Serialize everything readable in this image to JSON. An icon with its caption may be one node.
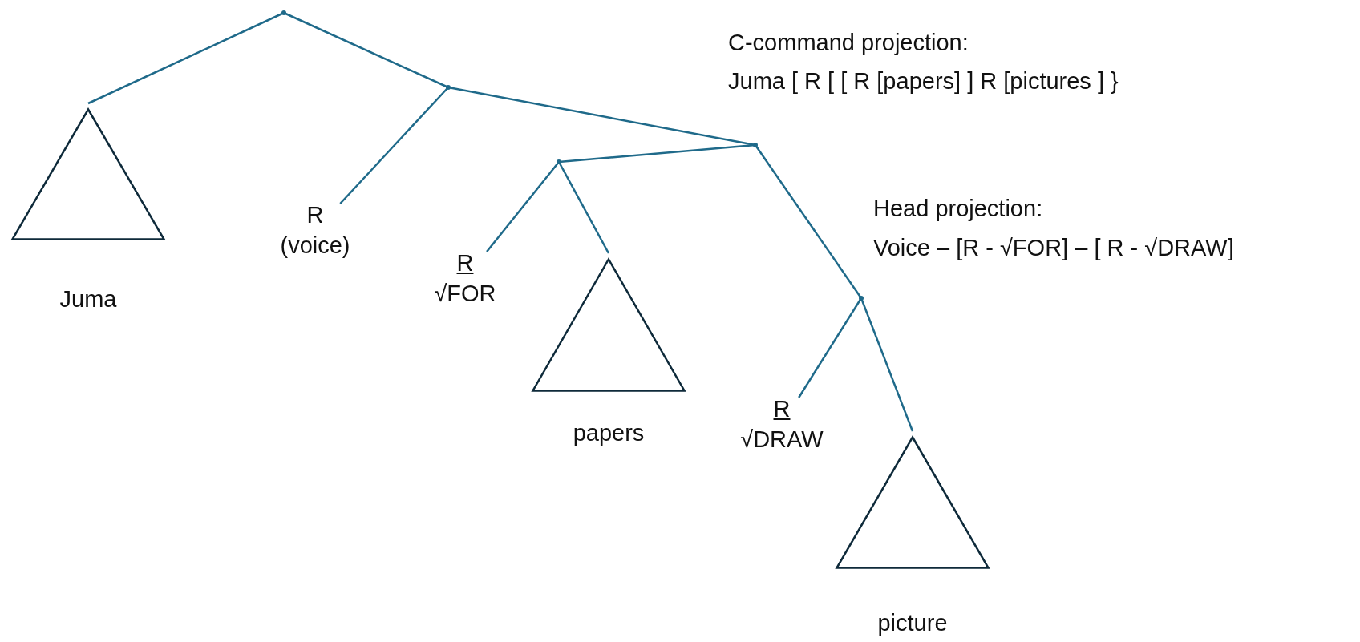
{
  "diagram": {
    "nodes": [
      {
        "text": [],
        "shape": "point"
      },
      {
        "text": [],
        "shape": "triangle",
        "beside": [
          "Juma"
        ]
      },
      {
        "text": [],
        "shape": "point"
      },
      {
        "text": [
          "R",
          "(voice)"
        ]
      },
      {
        "text": [],
        "shape": "point"
      },
      {
        "text": [],
        "shape": "point"
      },
      {
        "text": [
          "R",
          "√FOR"
        ]
      },
      {
        "text": [],
        "shape": "triangle",
        "beside": [
          "papers"
        ]
      },
      {
        "text": [],
        "shape": "point"
      },
      {
        "text": [
          "R",
          "√DRAW"
        ]
      },
      {
        "text": [],
        "shape": "triangle",
        "beside": [
          "picture"
        ]
      }
    ],
    "edges": [
      {
        "from": 0,
        "to": 1,
        "arrow": "none"
      },
      {
        "from": 0,
        "to": 2,
        "arrow": "none"
      },
      {
        "from": 2,
        "to": 3,
        "arrow": "none"
      },
      {
        "from": 2,
        "to": 4,
        "arrow": "none"
      },
      {
        "from": 4,
        "to": 5,
        "arrow": "none"
      },
      {
        "from": 4,
        "to": 8,
        "arrow": "none"
      },
      {
        "from": 5,
        "to": 6,
        "arrow": "none"
      },
      {
        "from": 5,
        "to": 7,
        "arrow": "none"
      },
      {
        "from": 8,
        "to": 9,
        "arrow": "none"
      },
      {
        "from": 8,
        "to": 10,
        "arrow": "none"
      }
    ],
    "labels": [
      "C-command projection:",
      "Juma [ R [ [ R [papers] ] R [pictures ] }",
      "Head projection:",
      "Voice – [R - √FOR] – [ R - √DRAW]"
    ]
  }
}
